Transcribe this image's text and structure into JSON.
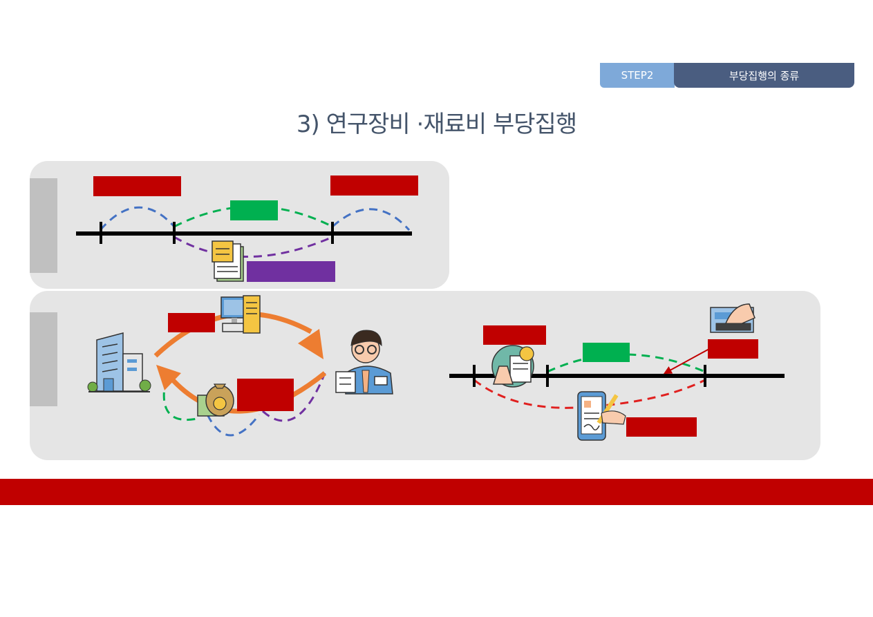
{
  "header": {
    "step_label": "STEP2",
    "step_title": "부당집행의 종류"
  },
  "page": {
    "title": "3) 연구장비 ·재료비 부당집행"
  },
  "colors": {
    "accent_red": "#c00000",
    "accent_green": "#00b050",
    "accent_purple": "#7030a0",
    "arrow_orange": "#ed7d31",
    "dash_blue": "#4472c4",
    "dash_green": "#00b050",
    "dash_purple": "#7030a0",
    "dash_red": "#e0201f",
    "panel_bg": "#e5e5e5",
    "header_dark": "#4a5d80",
    "header_light": "#7ea9d9"
  },
  "icons": [
    "documents-icon",
    "computer-icon",
    "office-building-icon",
    "money-bag-icon",
    "businessman-icon",
    "lab-experiment-icon",
    "card-payment-icon",
    "mobile-signature-icon"
  ]
}
